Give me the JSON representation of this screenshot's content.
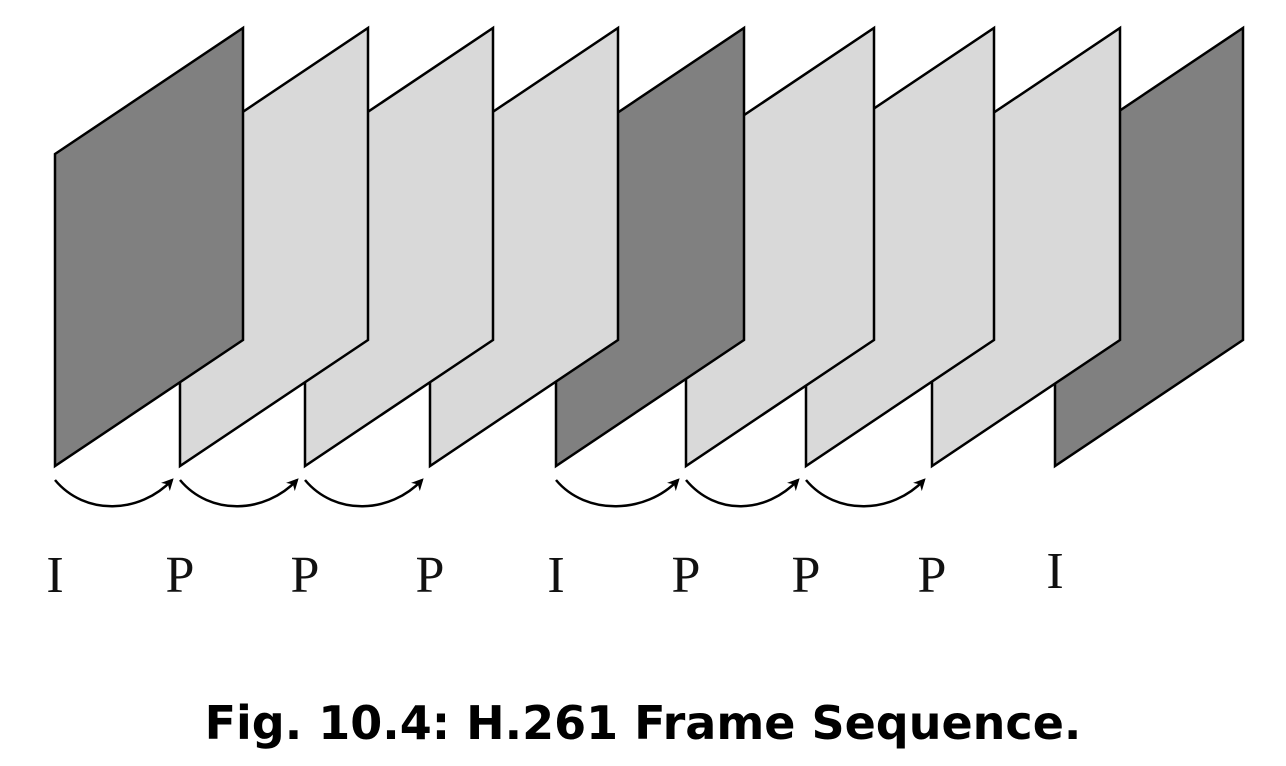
{
  "figure": {
    "caption": "Fig. 10.4: H.261 Frame Sequence."
  },
  "frames": [
    {
      "type": "I",
      "label": "I"
    },
    {
      "type": "P",
      "label": "P"
    },
    {
      "type": "P",
      "label": "P"
    },
    {
      "type": "P",
      "label": "P"
    },
    {
      "type": "I",
      "label": "I"
    },
    {
      "type": "P",
      "label": "P"
    },
    {
      "type": "P",
      "label": "P"
    },
    {
      "type": "P",
      "label": "P"
    },
    {
      "type": "I",
      "label": "I"
    }
  ],
  "prediction_arrows": [
    {
      "from": 0,
      "to": 1
    },
    {
      "from": 1,
      "to": 2
    },
    {
      "from": 2,
      "to": 3
    },
    {
      "from": 4,
      "to": 5
    },
    {
      "from": 5,
      "to": 6
    },
    {
      "from": 6,
      "to": 7
    }
  ],
  "colors": {
    "i_frame_fill": "#808080",
    "p_frame_fill": "#d9d9d9",
    "stroke": "#000000"
  }
}
